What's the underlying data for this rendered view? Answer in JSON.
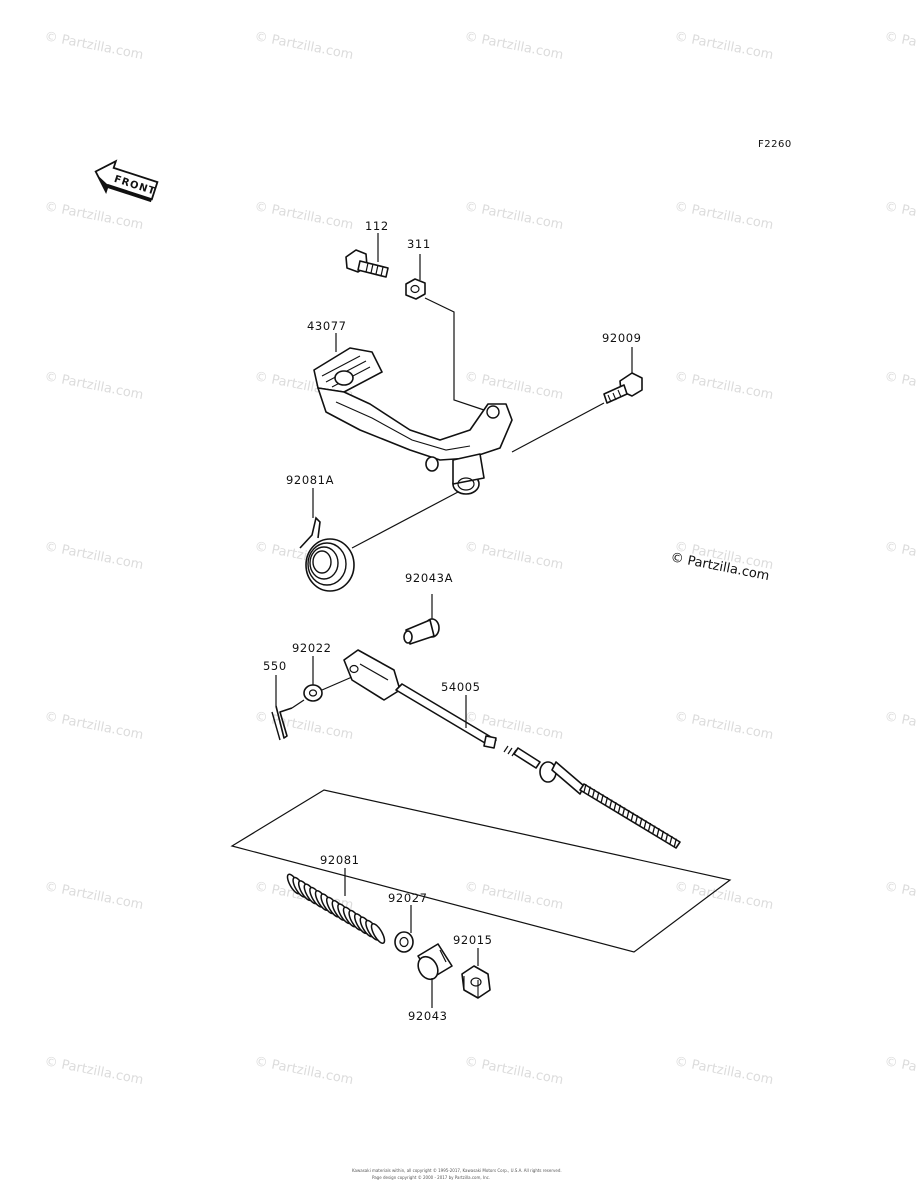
{
  "diagram": {
    "code": "F2260",
    "front_label": "FRONT",
    "copyright": "© Partzilla.com",
    "watermark": "© Partzilla.com",
    "footer_line1": "Kawasaki materials within, all copyright © 1995-2017, Kawasaki Motors Corp., U.S.A. All rights reserved.",
    "footer_line2": "Page design copyright © 2000 - 2017 by Partzilla.com, Inc.",
    "callouts": {
      "c112": "112",
      "c311": "311",
      "c43077": "43077",
      "c92009": "92009",
      "c92081A": "92081A",
      "c92043A": "92043A",
      "c92022": "92022",
      "c550": "550",
      "c54005": "54005",
      "c92081": "92081",
      "c92027": "92027",
      "c92015": "92015",
      "c92043": "92043"
    }
  }
}
